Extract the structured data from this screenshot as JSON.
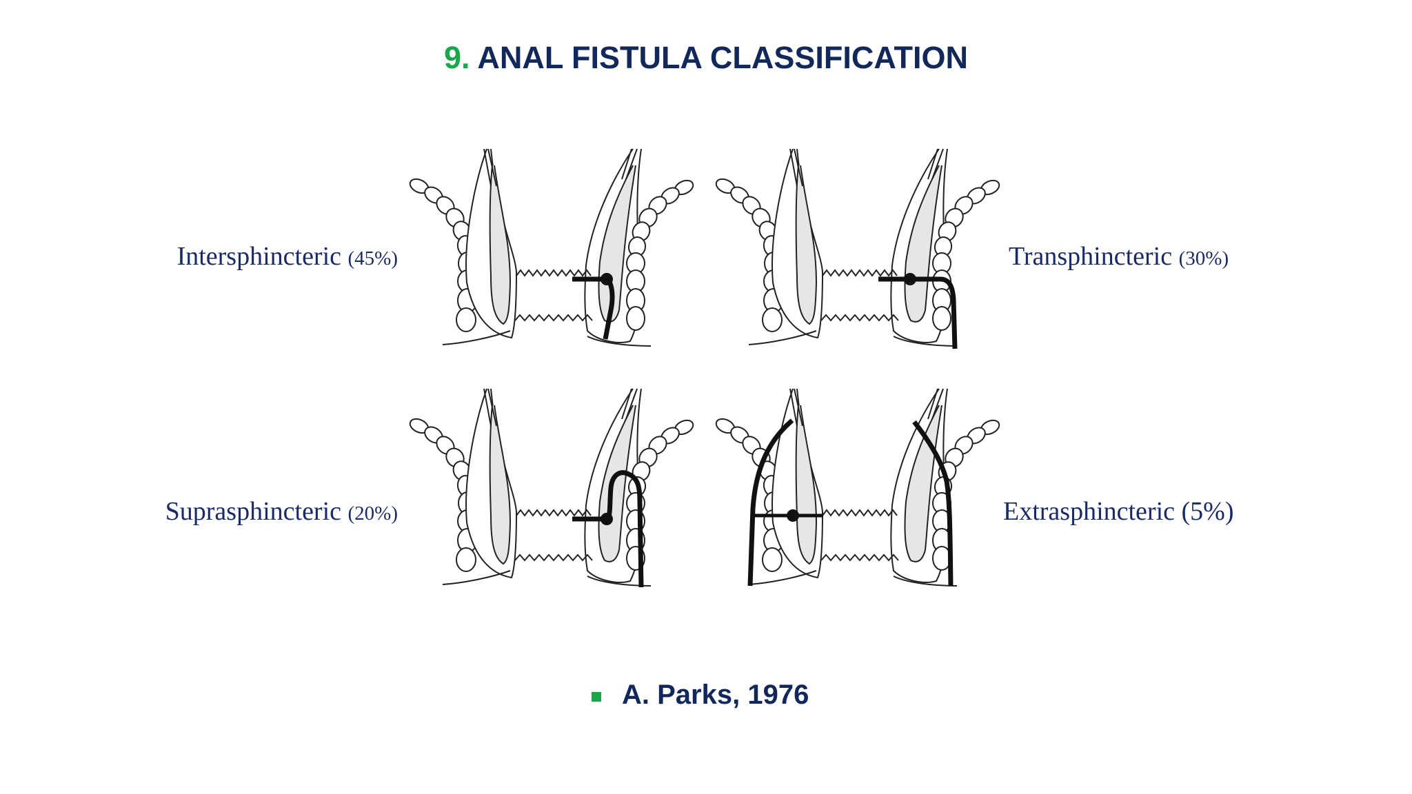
{
  "title": {
    "number": "9.",
    "text": "ANAL FISTULA CLASSIFICATION"
  },
  "colors": {
    "title": "#12285a",
    "accent": "#1aa64a",
    "label": "#1a2a66",
    "fistula": "#111111",
    "sphincter_fill": "#e8e8e8"
  },
  "diagrams": [
    {
      "name": "Intersphincteric",
      "percent": "(45%)"
    },
    {
      "name": "Transphincteric",
      "percent": "(30%)"
    },
    {
      "name": "Suprasphincteric",
      "percent": "(20%)"
    },
    {
      "name": "Extrasphincteric",
      "percent": "(5%)"
    }
  ],
  "citation": {
    "bullet_icon": "square-bullet-icon",
    "text": "A. Parks, 1976"
  }
}
